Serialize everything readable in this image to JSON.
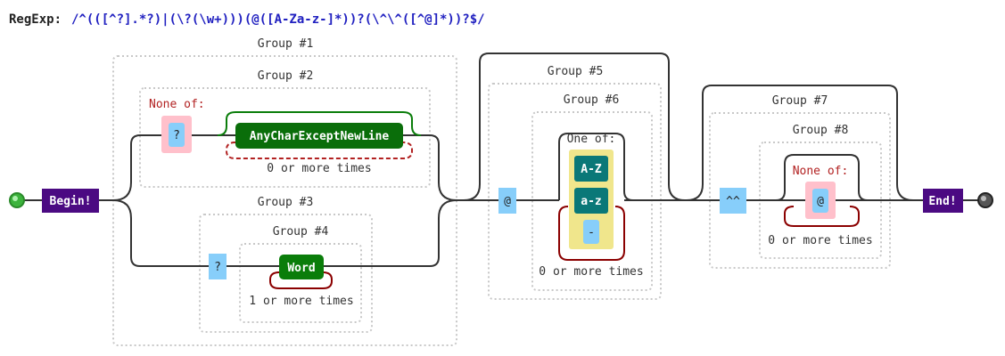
{
  "regexp": {
    "label": "RegExp:",
    "source": "/^(([^?].*?)|(\\?(\\w+)))(@([A-Za-z-]*))?(\\^\\^([^@]*))?$/"
  },
  "colors": {
    "begin_end_fill": "#4b0a82",
    "char_fill": "#87cefa",
    "anychar_fill": "#0a6e0a",
    "range_fill": "#0a7878",
    "class_bg": "#f0e68c",
    "negation_bg": "#ffc0cb"
  },
  "diagram": {
    "begin": "Begin!",
    "end": "End!",
    "groups": {
      "g1": "Group #1",
      "g2": "Group #2",
      "g3": "Group #3",
      "g4": "Group #4",
      "g5": "Group #5",
      "g6": "Group #6",
      "g7": "Group #7",
      "g8": "Group #8"
    },
    "none_of": "None of:",
    "one_of": "One of:",
    "chars": {
      "question_a": "?",
      "question_b": "?",
      "at": "@",
      "caret_caret": "^^",
      "at_negated": "@",
      "dash": "-"
    },
    "anychar": "AnyCharExceptNewLine",
    "word": "Word",
    "ranges": {
      "upper": "A-Z",
      "lower": "a-z"
    },
    "quantifiers": {
      "zero_more_1": "0 or more times",
      "one_more": "1 or more times",
      "zero_more_2": "0 or more times",
      "zero_more_3": "0 or more times"
    }
  }
}
